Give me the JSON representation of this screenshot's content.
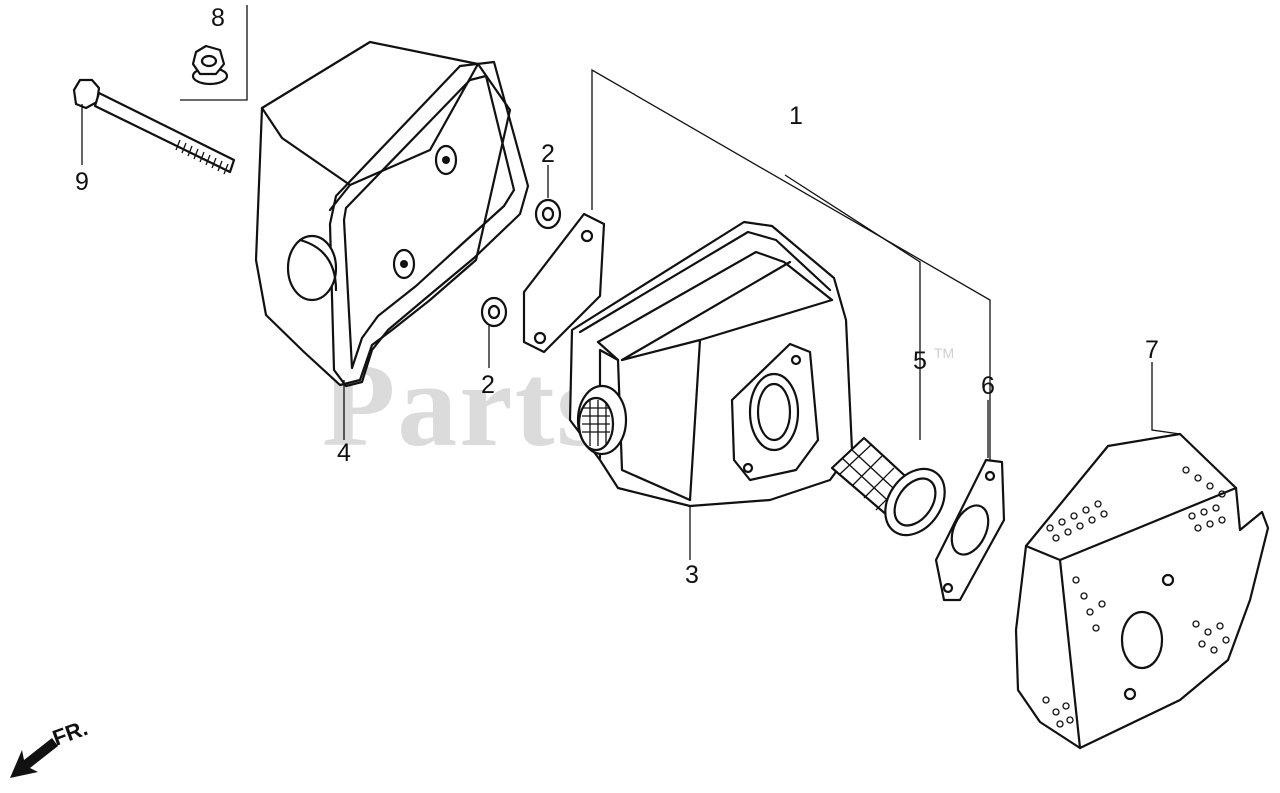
{
  "watermark": {
    "text": "PartsTree",
    "trademark": "TM"
  },
  "direction_indicator": {
    "text": "FR."
  },
  "callouts": [
    {
      "id": "callout-1",
      "label": "1"
    },
    {
      "id": "callout-2a",
      "label": "2"
    },
    {
      "id": "callout-2b",
      "label": "2"
    },
    {
      "id": "callout-3",
      "label": "3"
    },
    {
      "id": "callout-4",
      "label": "4"
    },
    {
      "id": "callout-5",
      "label": "5"
    },
    {
      "id": "callout-6",
      "label": "6"
    },
    {
      "id": "callout-7",
      "label": "7"
    },
    {
      "id": "callout-8",
      "label": "8"
    },
    {
      "id": "callout-9",
      "label": "9"
    }
  ]
}
